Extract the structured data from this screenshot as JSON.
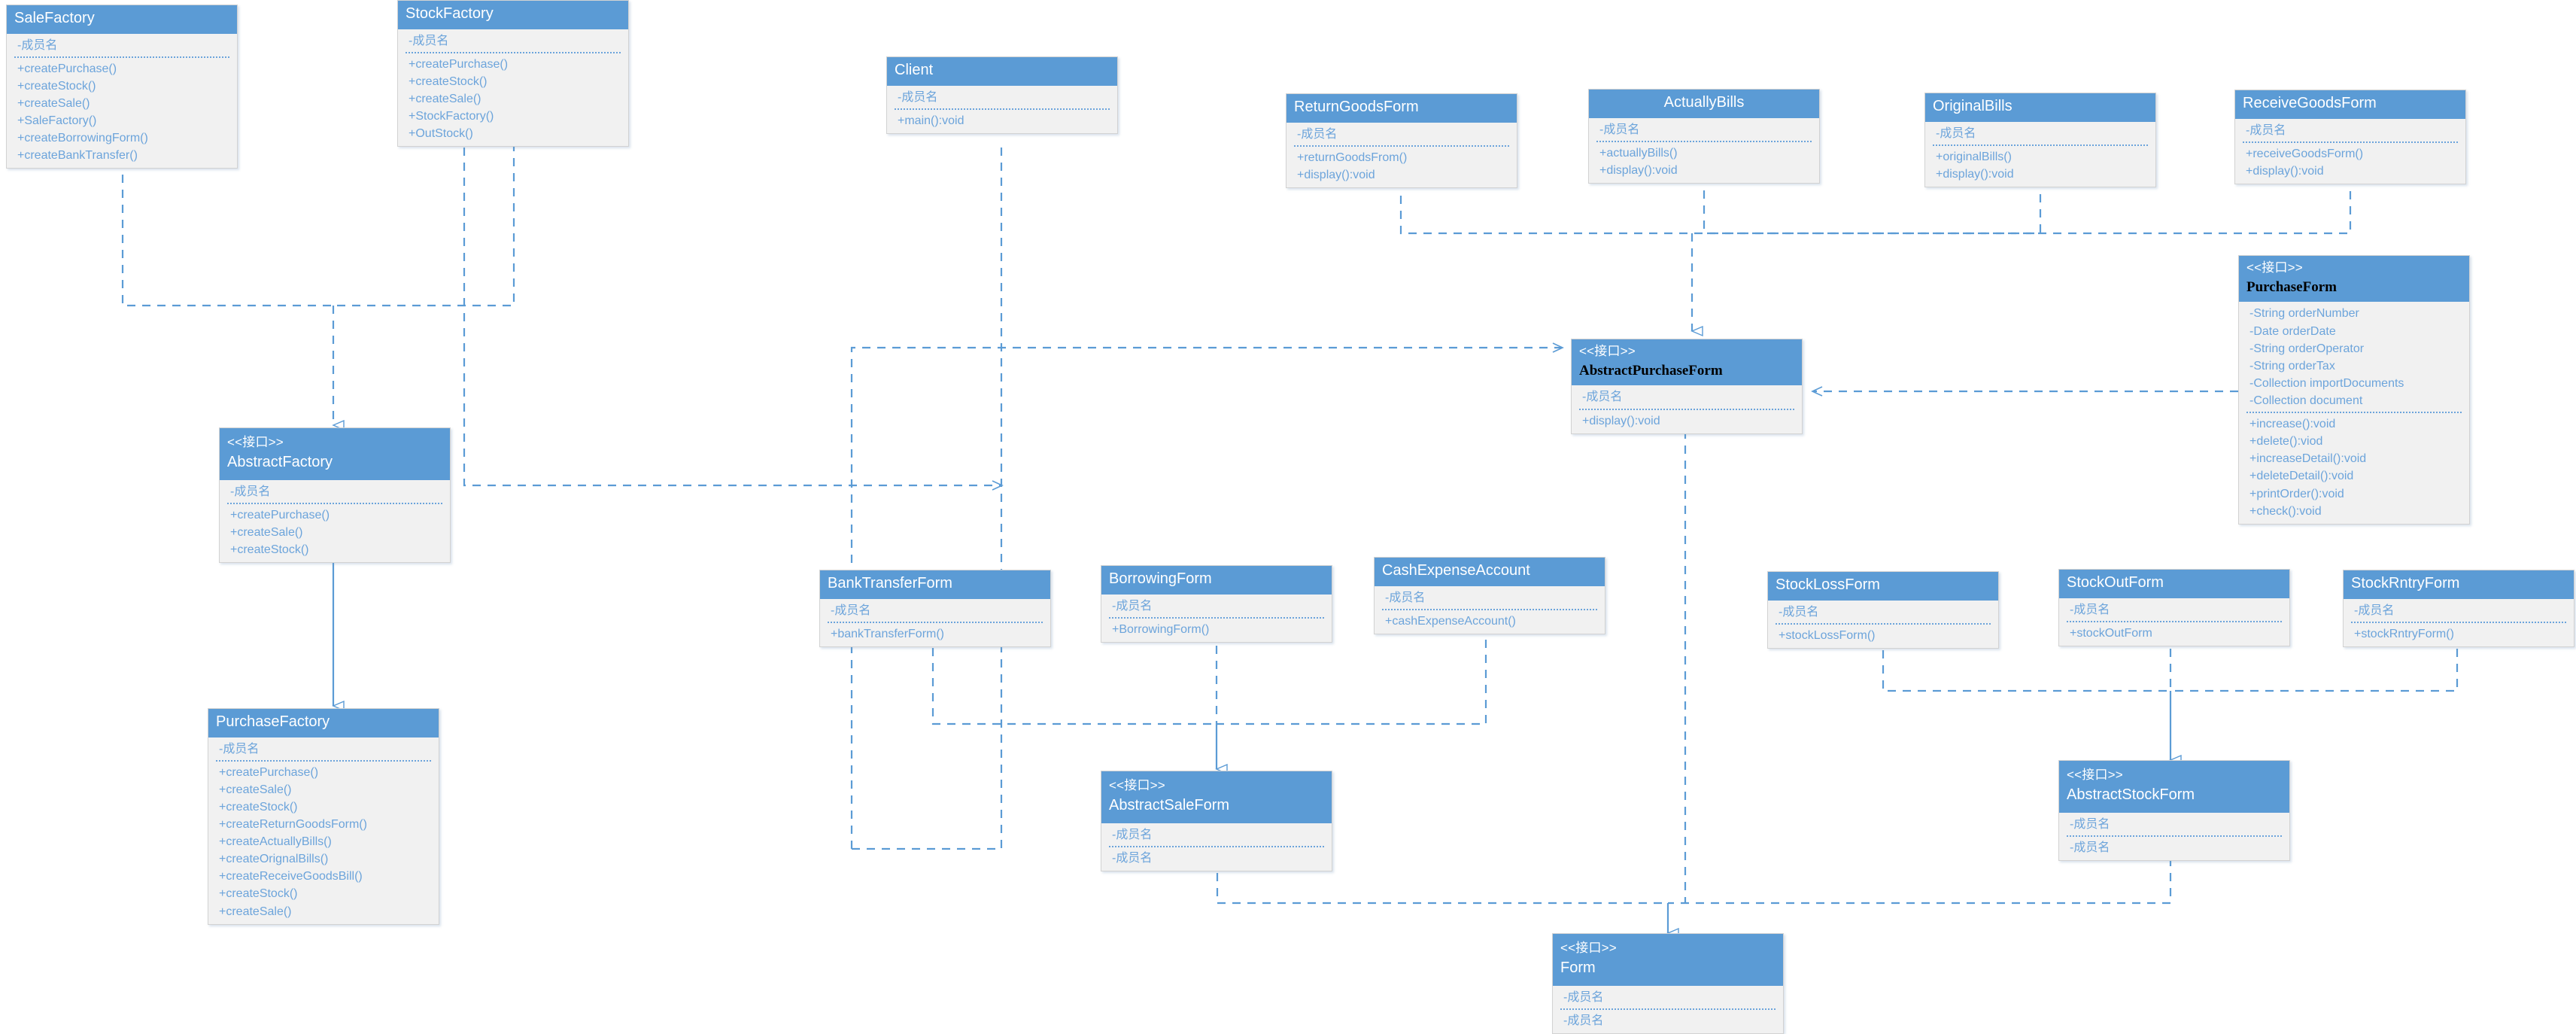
{
  "diagram": {
    "title": "UML Class Diagram",
    "stereotype_interface": "<<接口>>",
    "member_placeholder": "-成员名",
    "colors": {
      "header_fill": "#5b9bd5",
      "body_fill": "#f1f1f1",
      "text_blue": "#6ca4db",
      "edge": "#5b9bd5",
      "border": "#d2d2d2"
    }
  },
  "classes": {
    "sale_factory": {
      "name": "SaleFactory",
      "stereotype": "",
      "attributes": [
        "-成员名"
      ],
      "operations": [
        "+createPurchase()",
        "+createStock()",
        "+createSale()",
        "+SaleFactory()",
        "+createBorrowingForm()",
        "+createBankTransfer()"
      ]
    },
    "stock_factory": {
      "name": "StockFactory",
      "stereotype": "",
      "attributes": [
        "-成员名"
      ],
      "operations": [
        "+createPurchase()",
        "+createStock()",
        "+createSale()",
        "+StockFactory()",
        "+OutStock()"
      ]
    },
    "client": {
      "name": "Client",
      "stereotype": "",
      "attributes": [
        "-成员名"
      ],
      "operations": [
        "+main():void"
      ]
    },
    "return_goods_form": {
      "name": "ReturnGoodsForm",
      "stereotype": "",
      "attributes": [
        "-成员名"
      ],
      "operations": [
        "+returnGoodsFrom()",
        "+display():void"
      ]
    },
    "actually_bills": {
      "name": "ActuallyBills",
      "stereotype": "",
      "attributes": [
        "-成员名"
      ],
      "operations": [
        "+actuallyBills()",
        "+display():void"
      ]
    },
    "original_bills": {
      "name": "OriginalBills",
      "stereotype": "",
      "attributes": [
        "-成员名"
      ],
      "operations": [
        "+originalBills()",
        "+display():void"
      ]
    },
    "receive_goods_form": {
      "name": "ReceiveGoodsForm",
      "stereotype": "",
      "attributes": [
        "-成员名"
      ],
      "operations": [
        "+receiveGoodsForm()",
        "+display():void"
      ]
    },
    "purchase_form": {
      "name": "PurchaseForm",
      "stereotype": "<<接口>>",
      "attributes": [
        "-String orderNumber",
        "-Date orderDate",
        "-String orderOperator",
        "-String orderTax",
        "-Collection importDocuments",
        "-Collection document"
      ],
      "operations": [
        "+increase():void",
        "+delete():viod",
        "+increaseDetail():void",
        "+deleteDetail():void",
        "+printOrder():void",
        "+check():void"
      ]
    },
    "abstract_purchase_form": {
      "name": "AbstractPurchaseForm",
      "stereotype": "<<接口>>",
      "attributes": [
        "-成员名"
      ],
      "operations": [
        "+display():void"
      ]
    },
    "abstract_factory": {
      "name": "AbstractFactory",
      "stereotype": "<<接口>>",
      "attributes": [
        "-成员名"
      ],
      "operations": [
        "+createPurchase()",
        "+createSale()",
        "+createStock()"
      ]
    },
    "purchase_factory": {
      "name": "PurchaseFactory",
      "stereotype": "",
      "attributes": [
        "-成员名"
      ],
      "operations": [
        "+createPurchase()",
        "+createSale()",
        "+createStock()",
        "+createReturnGoodsForm()",
        "+createActuallyBills()",
        "+createOrignalBills()",
        "+createReceiveGoodsBill()",
        "+createStock()",
        "+createSale()"
      ]
    },
    "bank_transfer_form": {
      "name": "BankTransferForm",
      "stereotype": "",
      "attributes": [
        "-成员名"
      ],
      "operations": [
        "+bankTransferForm()"
      ]
    },
    "borrowing_form": {
      "name": "BorrowingForm",
      "stereotype": "",
      "attributes": [
        "-成员名"
      ],
      "operations": [
        "+BorrowingForm()"
      ]
    },
    "cash_expense_account": {
      "name": "CashExpenseAccount",
      "stereotype": "",
      "attributes": [
        "-成员名"
      ],
      "operations": [
        "+cashExpenseAccount()"
      ]
    },
    "stock_loss_form": {
      "name": "StockLossForm",
      "stereotype": "",
      "attributes": [
        "-成员名"
      ],
      "operations": [
        "+stockLossForm()"
      ]
    },
    "stock_out_form": {
      "name": "StockOutForm",
      "stereotype": "",
      "attributes": [
        "-成员名"
      ],
      "operations": [
        "+stockOutForm"
      ]
    },
    "stock_rntry_form": {
      "name": "StockRntryForm",
      "stereotype": "",
      "attributes": [
        "-成员名"
      ],
      "operations": [
        "+stockRntryForm()"
      ]
    },
    "abstract_sale_form": {
      "name": "AbstractSaleForm",
      "stereotype": "<<接口>>",
      "attributes": [
        "-成员名"
      ],
      "operations": [
        "-成员名"
      ]
    },
    "abstract_stock_form": {
      "name": "AbstractStockForm",
      "stereotype": "<<接口>>",
      "attributes": [
        "-成员名"
      ],
      "operations": [
        "-成员名"
      ]
    },
    "form": {
      "name": "Form",
      "stereotype": "<<接口>>",
      "attributes": [
        "-成员名"
      ],
      "operations": [
        "-成员名"
      ]
    }
  },
  "relationships": [
    {
      "from": "sale_factory",
      "to": "abstract_factory",
      "type": "realization"
    },
    {
      "from": "stock_factory",
      "to": "abstract_factory",
      "type": "realization"
    },
    {
      "from": "purchase_factory",
      "to": "abstract_factory",
      "type": "generalization"
    },
    {
      "from": "client",
      "to": "abstract_factory",
      "type": "dependency"
    },
    {
      "from": "client",
      "to": "abstract_purchase_form",
      "type": "dependency"
    },
    {
      "from": "return_goods_form",
      "to": "abstract_purchase_form",
      "type": "realization"
    },
    {
      "from": "actually_bills",
      "to": "abstract_purchase_form",
      "type": "realization"
    },
    {
      "from": "original_bills",
      "to": "abstract_purchase_form",
      "type": "realization"
    },
    {
      "from": "receive_goods_form",
      "to": "abstract_purchase_form",
      "type": "realization"
    },
    {
      "from": "purchase_form",
      "to": "abstract_purchase_form",
      "type": "dependency"
    },
    {
      "from": "bank_transfer_form",
      "to": "abstract_sale_form",
      "type": "realization"
    },
    {
      "from": "borrowing_form",
      "to": "abstract_sale_form",
      "type": "realization"
    },
    {
      "from": "cash_expense_account",
      "to": "abstract_sale_form",
      "type": "realization"
    },
    {
      "from": "stock_loss_form",
      "to": "abstract_stock_form",
      "type": "realization"
    },
    {
      "from": "stock_out_form",
      "to": "abstract_stock_form",
      "type": "realization"
    },
    {
      "from": "stock_rntry_form",
      "to": "abstract_stock_form",
      "type": "realization"
    },
    {
      "from": "abstract_purchase_form",
      "to": "form",
      "type": "realization"
    },
    {
      "from": "abstract_sale_form",
      "to": "form",
      "type": "realization"
    },
    {
      "from": "abstract_stock_form",
      "to": "form",
      "type": "realization"
    }
  ]
}
